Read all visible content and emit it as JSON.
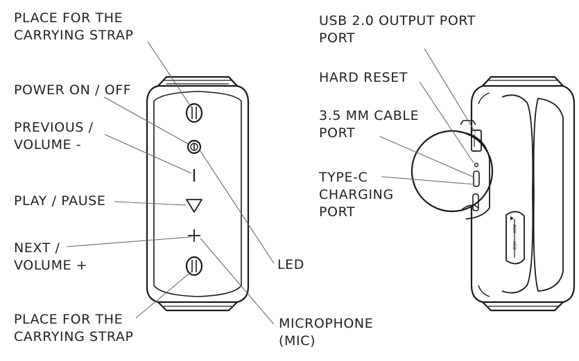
{
  "labels": {
    "strap_top": [
      "PLACE FOR THE",
      "CARRYING STRAP"
    ],
    "power": [
      "POWER ON / OFF"
    ],
    "previous": [
      "PREVIOUS /",
      "VOLUME -"
    ],
    "play": [
      "PLAY / PAUSE"
    ],
    "next": [
      "NEXT /",
      "VOLUME +"
    ],
    "strap_bottom": [
      "PLACE FOR THE",
      "CARRYING STRAP"
    ],
    "usb": [
      "USB 2.0 OUTPUT PORT",
      "PORT"
    ],
    "reset": [
      "HARD RESET"
    ],
    "aux": [
      "3.5 MM CABLE",
      "PORT"
    ],
    "typec": [
      "TYPE-C",
      "CHARGING",
      "PORT"
    ],
    "led": [
      "LED"
    ],
    "mic": [
      "MICROPHONE",
      "(MIC)"
    ]
  },
  "side_panel_text": {
    "aux": "AUX",
    "usb": "USB"
  },
  "colors": {
    "stroke": "#1a1a1a",
    "leader": "#555555",
    "text": "#222222"
  }
}
